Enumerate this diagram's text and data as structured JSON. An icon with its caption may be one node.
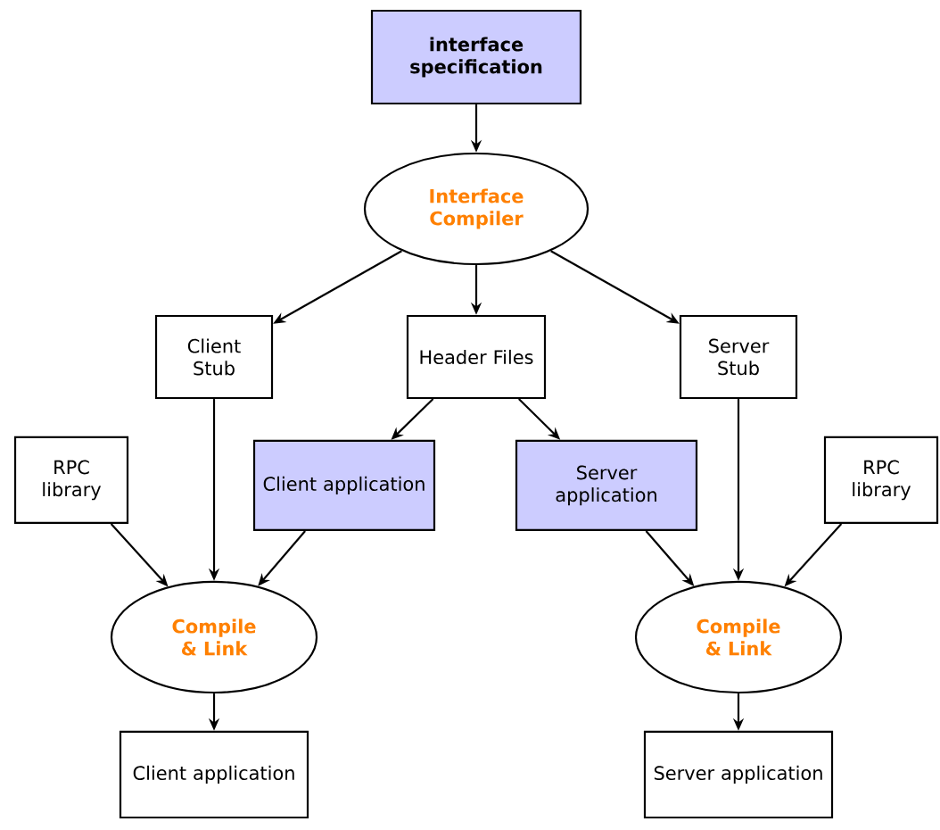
{
  "diagram": {
    "nodes": [
      {
        "text": [
          "interface specification"
        ]
      },
      {
        "text": [
          "Interface Compiler"
        ]
      },
      {
        "text": [
          "Client Stub"
        ]
      },
      {
        "text": [
          "Header Files"
        ]
      },
      {
        "text": [
          "Server Stub"
        ]
      },
      {
        "text": [
          "RPC library"
        ]
      },
      {
        "text": [
          "Client application"
        ]
      },
      {
        "text": [
          "Server application"
        ]
      },
      {
        "text": [
          "RPC library"
        ]
      },
      {
        "text": [
          "Compile & Link"
        ]
      },
      {
        "text": [
          "Compile & Link"
        ]
      },
      {
        "text": [
          "Client application"
        ]
      },
      {
        "text": [
          "Server application"
        ]
      }
    ],
    "edges": [
      {
        "from": 0,
        "to": 1,
        "arrow": "to"
      },
      {
        "from": 1,
        "to": 2,
        "arrow": "to"
      },
      {
        "from": 1,
        "to": 3,
        "arrow": "to"
      },
      {
        "from": 1,
        "to": 4,
        "arrow": "to"
      },
      {
        "from": 3,
        "to": 6,
        "arrow": "to"
      },
      {
        "from": 3,
        "to": 7,
        "arrow": "to"
      },
      {
        "from": 2,
        "to": 9,
        "arrow": "to"
      },
      {
        "from": 5,
        "to": 9,
        "arrow": "to"
      },
      {
        "from": 6,
        "to": 9,
        "arrow": "to"
      },
      {
        "from": 4,
        "to": 10,
        "arrow": "to"
      },
      {
        "from": 7,
        "to": 10,
        "arrow": "to"
      },
      {
        "from": 8,
        "to": 10,
        "arrow": "to"
      },
      {
        "from": 9,
        "to": 11,
        "arrow": "to"
      },
      {
        "from": 10,
        "to": 12,
        "arrow": "to"
      }
    ]
  }
}
